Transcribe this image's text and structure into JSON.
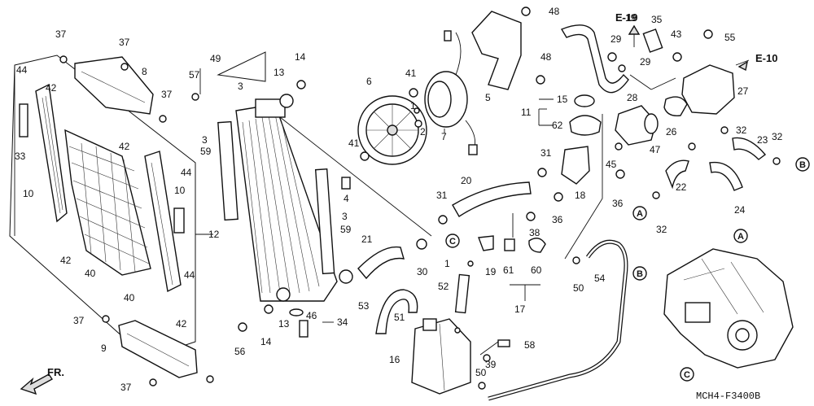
{
  "diagram_code": "MCH4-F3400B",
  "direction_label": "FR.",
  "refs": {
    "e19": "E-19",
    "e10": "E-10"
  },
  "markers": {
    "a": "A",
    "b": "B",
    "c": "C"
  },
  "part_labels": [
    "37",
    "37",
    "37",
    "37",
    "37",
    "44",
    "42",
    "8",
    "57",
    "49",
    "3",
    "13",
    "14",
    "6",
    "41",
    "48",
    "E-19",
    "35",
    "43",
    "55",
    "33",
    "10",
    "42",
    "44",
    "3",
    "59",
    "5",
    "48",
    "29",
    "29",
    "28",
    "27",
    "10",
    "12",
    "40",
    "40",
    "44",
    "42",
    "42",
    "4",
    "3",
    "59",
    "41",
    "1",
    "2",
    "7",
    "11",
    "15",
    "62",
    "26",
    "32",
    "23",
    "32",
    "31",
    "20",
    "18",
    "45",
    "47",
    "36",
    "22",
    "24",
    "32",
    "36",
    "31",
    "30",
    "21",
    "19",
    "1",
    "61",
    "60",
    "52",
    "17",
    "50",
    "54",
    "53",
    "51",
    "46",
    "34",
    "9",
    "14",
    "13",
    "56",
    "16",
    "58",
    "39",
    "50",
    "38"
  ]
}
